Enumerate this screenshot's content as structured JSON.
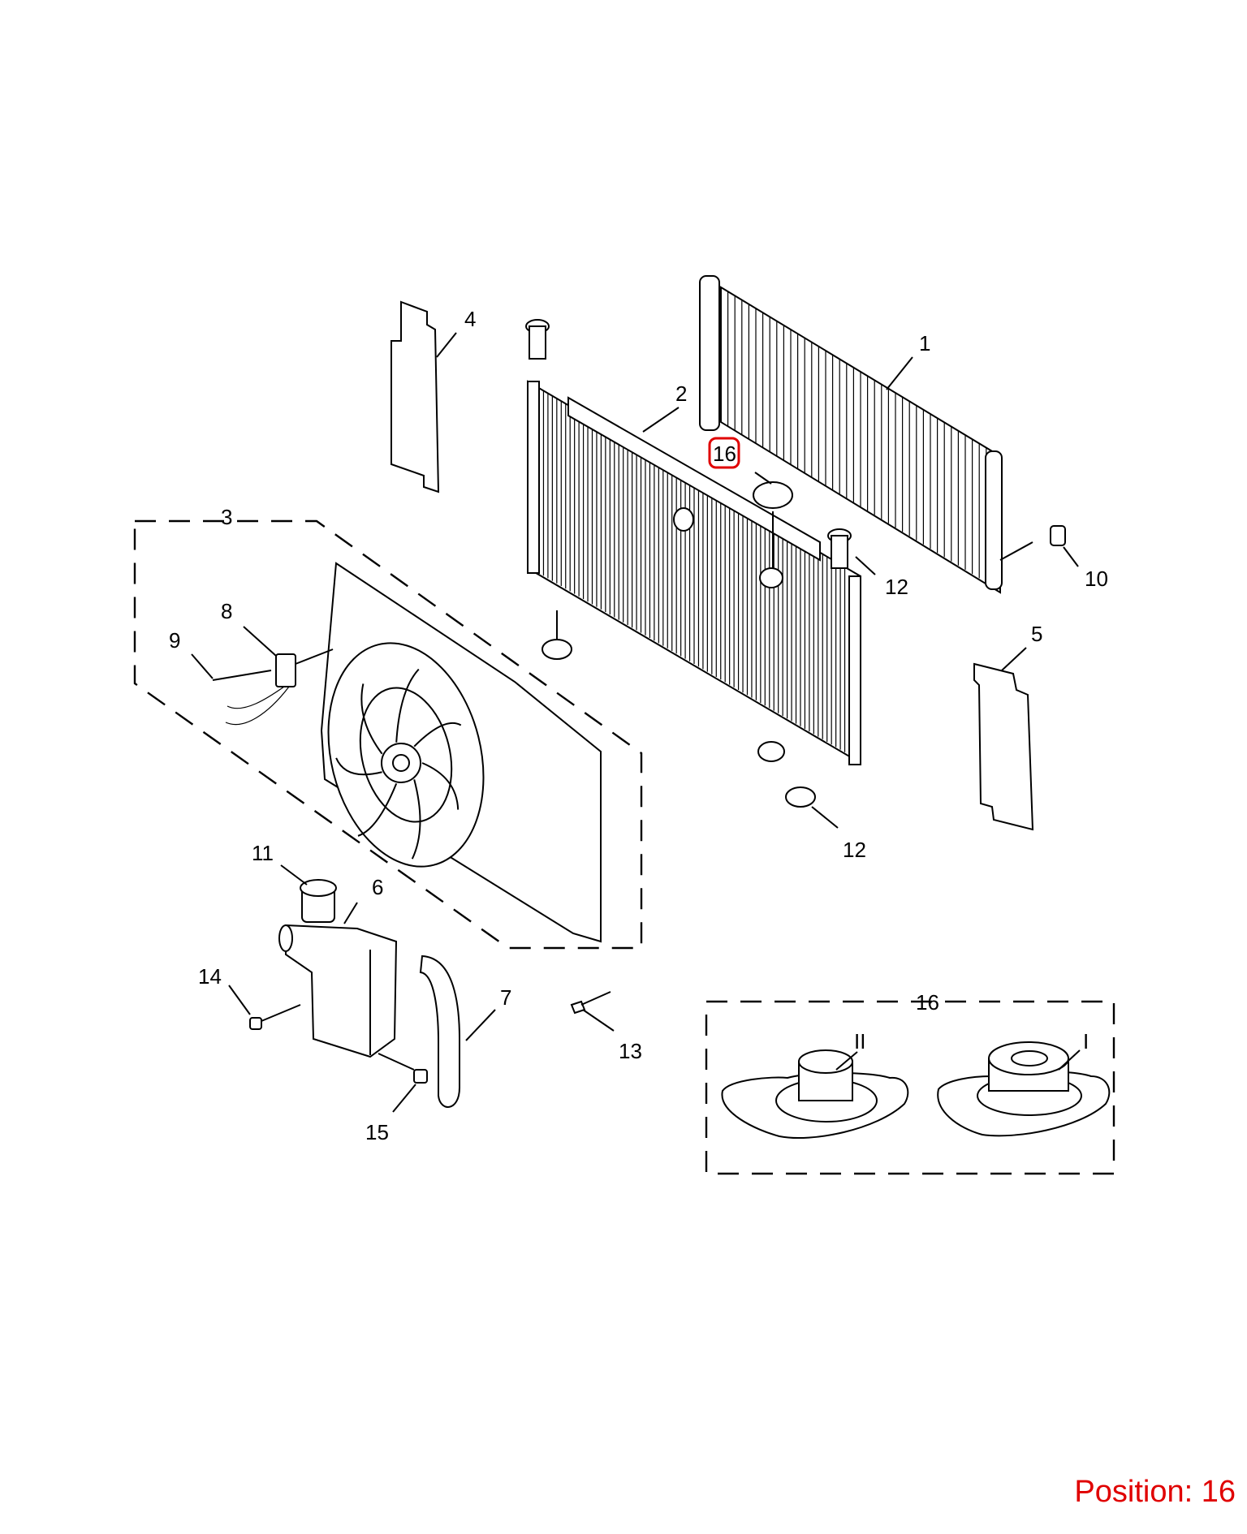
{
  "callouts": {
    "c1": "1",
    "c2": "2",
    "c3": "3",
    "c4": "4",
    "c5": "5",
    "c6": "6",
    "c7": "7",
    "c8": "8",
    "c9": "9",
    "c10": "10",
    "c11": "11",
    "c12a": "12",
    "c12b": "12",
    "c13": "13",
    "c14": "14",
    "c15": "15",
    "c16": "16",
    "c16_box": "16",
    "cII": "II",
    "cI": "I"
  },
  "position_label": "Position: 16",
  "colors": {
    "highlight": "#e00000",
    "ink": "#000000"
  }
}
